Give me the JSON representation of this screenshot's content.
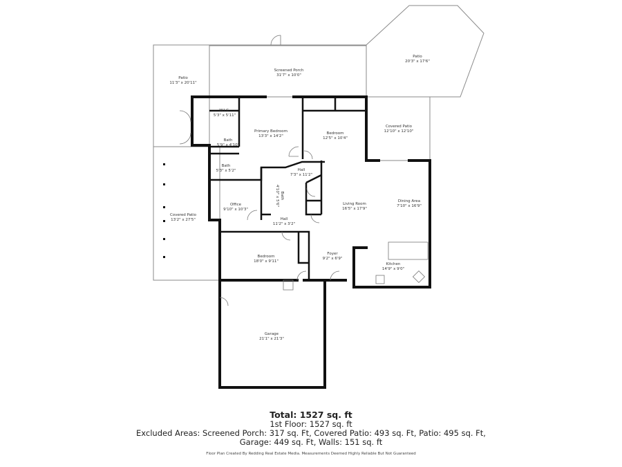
{
  "rooms": {
    "patio_left": {
      "name": "Patio",
      "dims": "11'3\" x 20'11\""
    },
    "screened_porch": {
      "name": "Screened Porch",
      "dims": "31'7\" x 10'0\""
    },
    "patio_right": {
      "name": "Patio",
      "dims": "20'3\" x 17'6\""
    },
    "wic": {
      "name": "W.I.C.",
      "dims": "5'3\" x 5'11\""
    },
    "primary_bedroom": {
      "name": "Primary Bedroom",
      "dims": "13'3\" x 14'2\""
    },
    "bedroom_2": {
      "name": "Bedroom",
      "dims": "12'5\" x 10'4\""
    },
    "covered_patio_right": {
      "name": "Covered Patio",
      "dims": "12'10\" x 12'10\""
    },
    "bath_primary": {
      "name": "Bath",
      "dims": "5'9\" x 4'10\""
    },
    "bath_2": {
      "name": "Bath",
      "dims": "5'3\" x 5'2\""
    },
    "hall_1": {
      "name": "Hall",
      "dims": "7'3\" x 11'2\""
    },
    "covered_patio_left": {
      "name": "Covered Patio",
      "dims": "13'2\" x 27'5\""
    },
    "office": {
      "name": "Office",
      "dims": "9'10\" x 10'3\""
    },
    "bath_3": {
      "name": "Bath",
      "dims": "4'10\" x 5'6\""
    },
    "hall_2": {
      "name": "Hall",
      "dims": "11'2\" x 3'2\""
    },
    "living_room": {
      "name": "Living Room",
      "dims": "16'5\" x 17'9\""
    },
    "dining_area": {
      "name": "Dining Area",
      "dims": "7'10\" x 16'9\""
    },
    "bedroom_3": {
      "name": "Bedroom",
      "dims": "18'0\" x 9'11\""
    },
    "foyer": {
      "name": "Foyer",
      "dims": "9'2\" x 6'9\""
    },
    "kitchen": {
      "name": "Kitchen",
      "dims": "14'9\" x 9'0\""
    },
    "garage": {
      "name": "Garage",
      "dims": "21'1\" x 21'3\""
    }
  },
  "footer": {
    "total": "Total: 1527 sq. ft",
    "floor": "1st Floor: 1527 sq. ft",
    "excluded_line1": "Excluded Areas: Screened Porch: 317 sq. Ft, Covered Patio: 493 sq. Ft, Patio: 495 sq. Ft,",
    "excluded_line2": "Garage: 449 sq. Ft, Walls: 151 sq. ft",
    "credit": "Floor Plan Created By Redding Real Estate Media. Measurements Deemed Highly Reliable But Not Guaranteed"
  }
}
